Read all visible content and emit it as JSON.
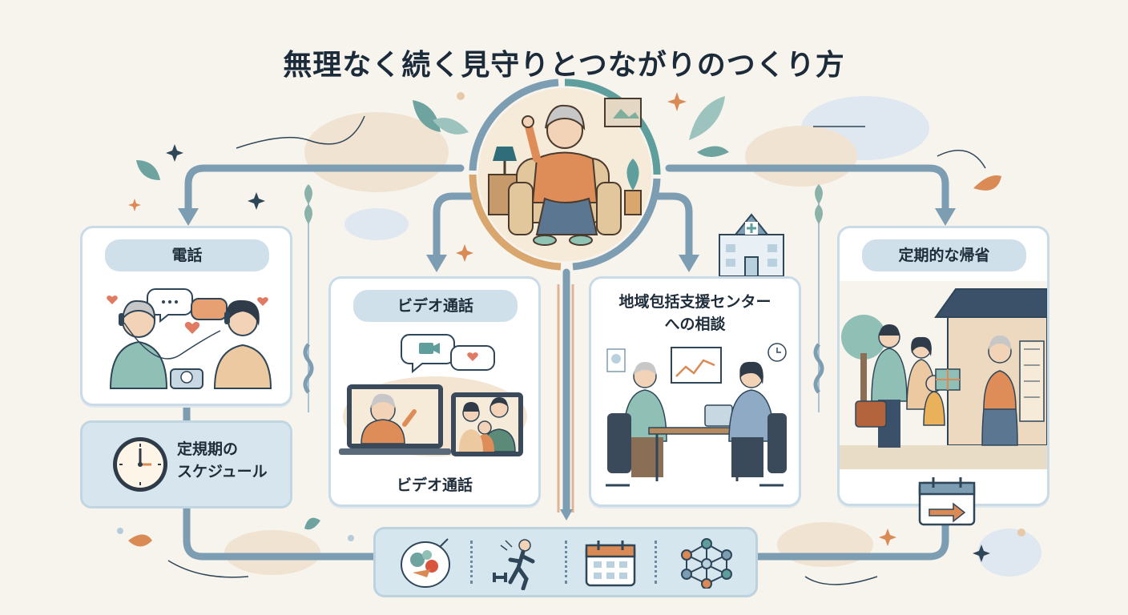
{
  "title": "無理なく続く見守りとつながりのつくり方",
  "center": {
    "icon": "elderly-woman-waving-in-armchair"
  },
  "cards": [
    {
      "id": "phone",
      "label": "電話",
      "illustration": "phone-call-couple-icon"
    },
    {
      "id": "video",
      "label": "ビデオ通話",
      "caption": "ビデオ通話",
      "illustration": "video-call-laptop-tablet-icon"
    },
    {
      "id": "center",
      "label_line1": "地域包括支援センター",
      "label_line2": "への相談",
      "illustration": "consultation-meeting-icon"
    },
    {
      "id": "visit",
      "label": "定期的な帰省",
      "illustration": "family-visit-home-icon"
    }
  ],
  "schedule": {
    "line1": "定規期の",
    "line2": "スケジュール",
    "icon": "clock-icon"
  },
  "bottom_icons": [
    "healthy-food-icon",
    "exercise-icon",
    "calendar-icon",
    "network-icon"
  ],
  "colors": {
    "arrow": "#7d9db3",
    "card_border": "#c9dbe6",
    "pill": "#cfe0ea",
    "accent_orange": "#d98a55",
    "accent_teal": "#5e9e9c"
  }
}
